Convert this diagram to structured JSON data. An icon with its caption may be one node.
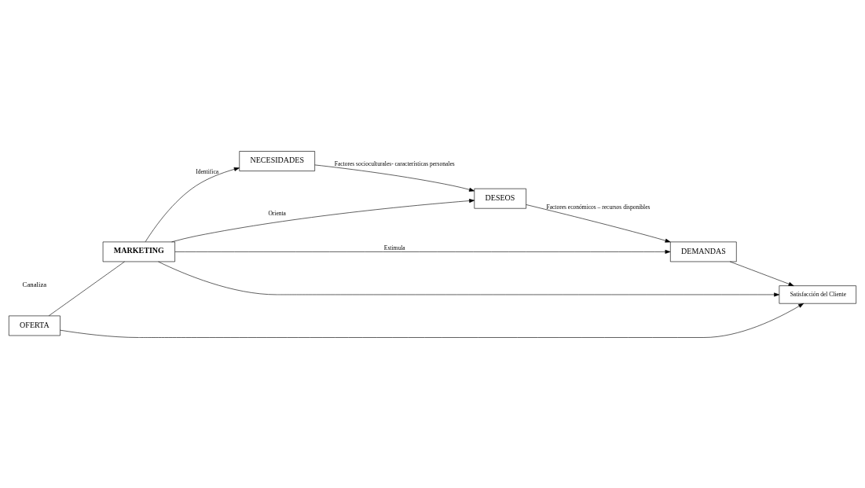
{
  "diagram": {
    "nodes": [
      {
        "text": [
          "OFERTA"
        ]
      },
      {
        "text": [
          "MARKETING"
        ]
      },
      {
        "text": [
          "NECESIDADES"
        ]
      },
      {
        "text": [
          "DESEOS"
        ]
      },
      {
        "text": [
          "DEMANDAS"
        ]
      },
      {
        "text": [
          "Satisfacción del Cliente"
        ]
      }
    ],
    "edges": [
      {
        "from": 0,
        "to": 1,
        "arrow": "none"
      },
      {
        "from": 1,
        "to": 2,
        "arrow": "to",
        "label": "Identifica"
      },
      {
        "from": 1,
        "to": 3,
        "arrow": "to",
        "label": "Orienta"
      },
      {
        "from": 1,
        "to": 4,
        "arrow": "to",
        "label": "Estimula"
      },
      {
        "from": 2,
        "to": 3,
        "arrow": "to",
        "label": "Factores socioculturales- características personales"
      },
      {
        "from": 3,
        "to": 4,
        "arrow": "to",
        "label": "Factores económicos – recursos disponibles"
      },
      {
        "from": 1,
        "to": 5,
        "arrow": "to"
      },
      {
        "from": 0,
        "to": 5,
        "arrow": "to"
      },
      {
        "from": 4,
        "to": 5,
        "arrow": "to"
      }
    ],
    "labels": [
      "Canaliza"
    ]
  }
}
